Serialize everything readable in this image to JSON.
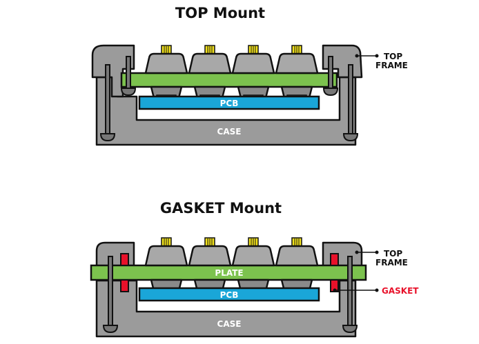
{
  "diagrams": [
    {
      "title": "TOP Mount",
      "labels": {
        "plate": "",
        "pcb": "PCB",
        "case": "CASE"
      },
      "callouts": [
        {
          "line1": "TOP",
          "line2": "FRAME"
        }
      ]
    },
    {
      "title": "GASKET Mount",
      "labels": {
        "plate": "PLATE",
        "pcb": "PCB",
        "case": "CASE"
      },
      "callouts": [
        {
          "line1": "TOP",
          "line2": "FRAME"
        },
        {
          "line1": "GASKET"
        }
      ]
    }
  ],
  "colors": {
    "case": "#9b9b9b",
    "plate": "#7cc24e",
    "pcb": "#1aa6d8",
    "keycap": "#a8a8a8",
    "stem": "#f2e21c",
    "gasket": "#e8112a",
    "outline": "#111111",
    "gasket_label": "#e8112a"
  }
}
